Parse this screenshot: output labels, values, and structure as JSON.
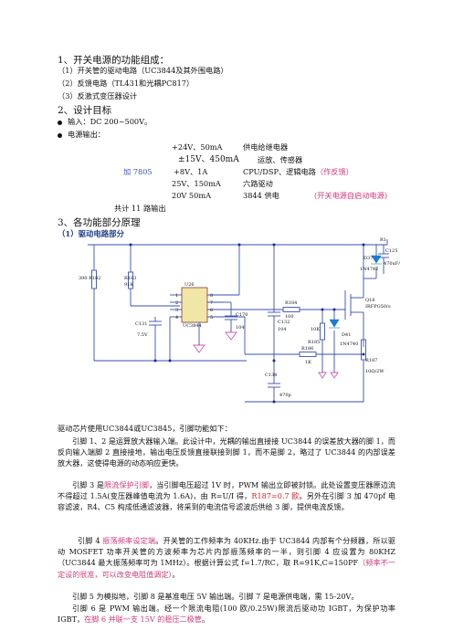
{
  "sec1": {
    "title": "1、开关电源的功能组成：",
    "items": [
      "（1）开关管的驱动电路（UC3844及其外围电路）",
      "（2）反馈电路（TL431和光耦PC817）",
      "（3）反激式变压器设计"
    ]
  },
  "sec2": {
    "title": "2、设计目标",
    "input": "输入：DC 200~500V。",
    "output_label": "电源输出：",
    "rows": [
      {
        "v": "+24V、50mA",
        "d": "供电给继电器"
      },
      {
        "v": "±15V、450mA",
        "d": "运放、传感器"
      },
      {
        "pre": "加 7805",
        "v": "+8V、1A",
        "d": "CPU/DSP、逻辑电路",
        "note": "（作反馈）"
      },
      {
        "v": "25V、150mA",
        "d": "六路驱动"
      },
      {
        "v": "20V   50mA",
        "d": "3844 供电",
        "note": "(开关电源自启动电源)"
      }
    ],
    "total": "共计 11 路输出"
  },
  "sec3": {
    "title": "3、各功能部分原理",
    "sub": "（1）驱动电路部分"
  },
  "schematic": {
    "chip": "U26",
    "chip_name": "UC3844",
    "labels": {
      "r182": "390  R182",
      "r183": "R183",
      "r183v": "91K",
      "c131": "C131",
      "c131v": "7.5V",
      "c170": "C170",
      "c170v": "104",
      "c132": "C132",
      "c132v": "104",
      "r184": "R184",
      "r184v": "100",
      "r185": "R185",
      "r185v": "10K",
      "r186": "R186",
      "r186v": "1K",
      "c138": "C138",
      "c138v": "470p",
      "r187": "R187",
      "r187v": "10Ω/2W",
      "d41": "D41",
      "d41v": "1N4740",
      "d37": "D37",
      "d37v": "1N4742",
      "c125": "C125",
      "c125v": "470uF/",
      "q18": "Q18",
      "q18v": "IRFPG50/o",
      "r1": "R1"
    },
    "pins_left": [
      "1",
      "2",
      "3",
      "4"
    ],
    "pins_right": [
      "8",
      "7",
      "6",
      "5"
    ]
  },
  "body": {
    "p0": "驱动芯片使用UC3844或UC3845，引脚功能如下：",
    "p1": "引脚 1、2 是运算放大器输入端。此设计中，光耦的输出直接接 UC3844 的误差放大器的脚 1，而反向输入端脚 2 直接接地，输出电压反馈直接联接到脚 1，而不是脚 2，略过了 UC3844 的内部误差放大器，这使得电源的动态响应更快。",
    "p2a": "引脚 3 是",
    "p2b": "限流保护引脚",
    "p2c": "，当引脚电压超过 1V 时，PWM 输出立即被封锁。此处设置变压器原边流不得超过 1.5A(变压器峰值电流为 1.6A)，由 R=U/I 得，",
    "p2d": "R187=0.7 欧",
    "p2e": "。另外在引脚 3 加 470pf 电容滤波，R4、C5 构成低通滤波器，将采到的电流信号滤波后供给 3 脚，提供电流反馈。",
    "p3a": "引脚 4 ",
    "p3b": "振荡频率设定端",
    "p3c": "。开关管的工作频率为 40KHz.由于 UC3844 内部有个分频器，所以驱动 MOSFET 功率开关管的方波频率为芯片内部振荡频率的一半，则引脚 4 应设置为 80KHZ（UC3844 最大振荡频率可为 1MHz）。根据计算公式 f=1.7/RC，取 R=91K,C=150PF",
    "p3d": "（频率不一定设的很准，可以改变电阻值调定）",
    "p3e": "。",
    "p4": "引脚 5 为模拟地，引脚 8 是基准电压 5V 输出端。引脚 7 是电源供电端，需 15-20V。",
    "p5a": "引脚 6 是 PWM 输出端。经一个限流电阻(100 欧/0.25W)限流后驱动功 IGBT，为保护功率 IGBT，",
    "p5b": "在脚 6 并联一支 15V 的稳压二极管",
    "p5c": "。"
  },
  "colors": {
    "wire": "#3a4fb0",
    "fill": "#1a7ad6",
    "ground": "#d05ab0",
    "chip": "#f2e6a6",
    "ink": "#111111"
  }
}
